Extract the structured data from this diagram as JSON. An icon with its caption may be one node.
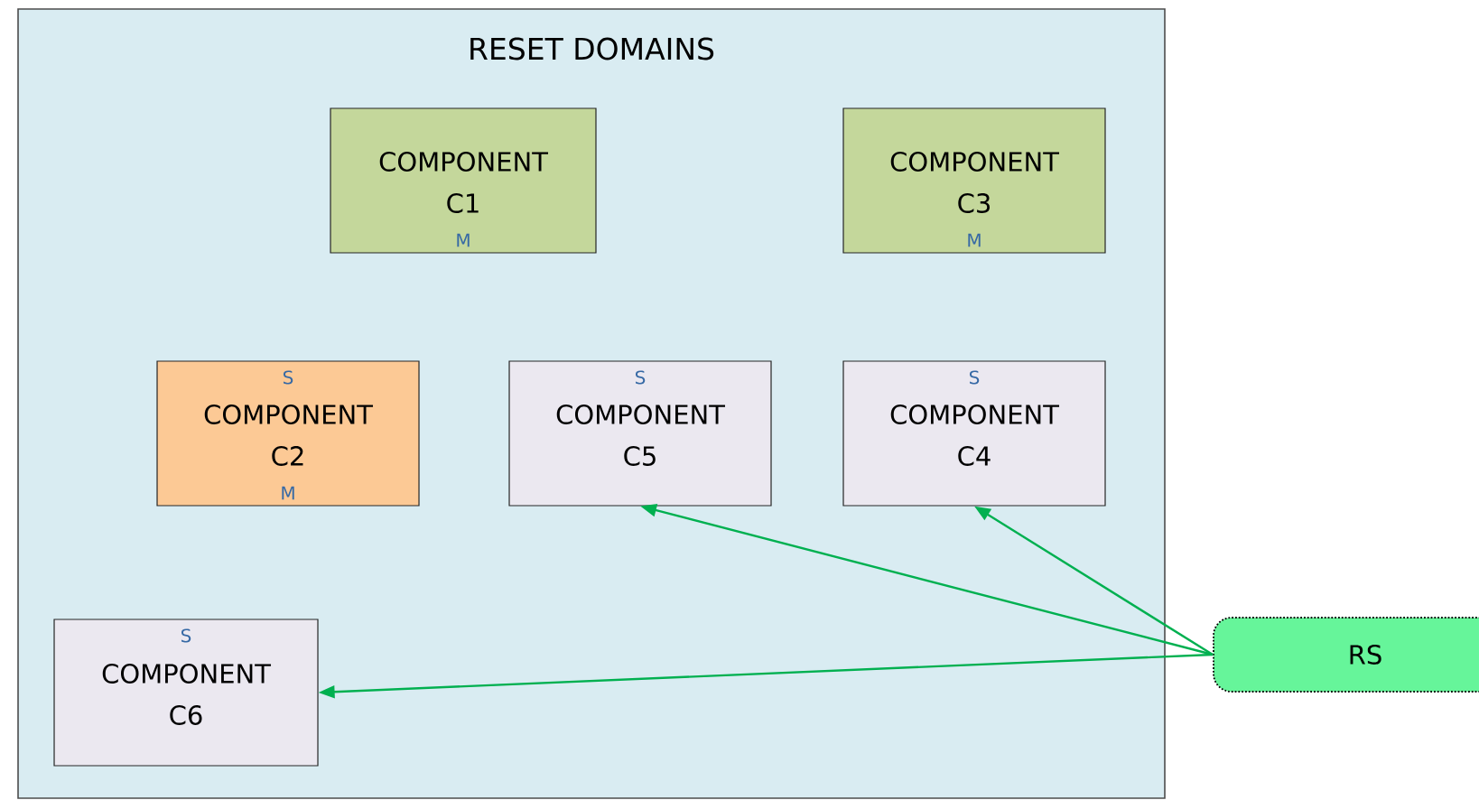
{
  "diagram": {
    "nodes": [
      {
        "text": [
          "RESET DOMAINS"
        ]
      },
      {
        "text": [
          "COMPONENT C1",
          "M"
        ],
        "in": 0
      },
      {
        "text": [
          "COMPONENT C3",
          "M"
        ],
        "in": 0
      },
      {
        "text": [
          "S",
          "COMPONENT C2",
          "M"
        ],
        "in": 0
      },
      {
        "text": [
          "S",
          "COMPONENT C5"
        ],
        "in": 0
      },
      {
        "text": [
          "S",
          "COMPONENT C4"
        ],
        "in": 0
      },
      {
        "text": [
          "S",
          "COMPONENT C6"
        ],
        "in": 0
      },
      {
        "text": [
          "RS"
        ]
      }
    ],
    "edges": [
      {
        "from": 7,
        "to": 4,
        "arrow": "to"
      },
      {
        "from": 7,
        "to": 5,
        "arrow": "to"
      },
      {
        "from": 7,
        "to": 6,
        "arrow": "to"
      }
    ]
  }
}
